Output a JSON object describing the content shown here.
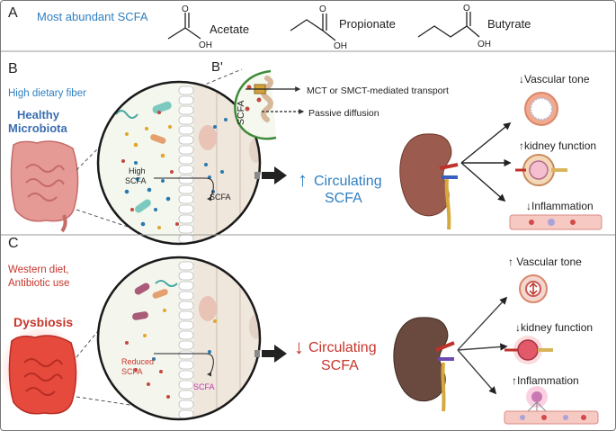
{
  "panel_a": {
    "letter": "A",
    "title": "Most abundant SCFA",
    "molecules": [
      {
        "name": "Acetate",
        "oxygen_top": "O",
        "oxygen_bottom": "OH"
      },
      {
        "name": "Propionate",
        "oxygen_top": "O",
        "oxygen_bottom": "OH"
      },
      {
        "name": "Butyrate",
        "oxygen_top": "O",
        "oxygen_bottom": "OH"
      }
    ]
  },
  "panel_b": {
    "letter": "B",
    "diet": "High dietary fiber",
    "microbiota_line1": "Healthy",
    "microbiota_line2": "Microbiota",
    "gut_label_line1": "High",
    "gut_label_line2": "SCFA",
    "arrow_label": "SCFA",
    "result_arrow": "↑",
    "result_line1": "Circulating",
    "result_line2": "SCFA",
    "outcomes": [
      "↓Vascular tone",
      "↑kidney function",
      "↓Inflammation"
    ],
    "colors": {
      "text": "#2f7fc1",
      "title": "#3b6db0"
    }
  },
  "panel_b_prime": {
    "letter": "B'",
    "vertical_label": "SCFA",
    "transport_label": "MCT or SMCT-mediated transport",
    "diffusion_label": "Passive diffusion"
  },
  "panel_c": {
    "letter": "C",
    "diet_line1": "Western diet,",
    "diet_line2": "Antibiotic use",
    "condition": "Dysbiosis",
    "gut_label_line1": "Reduced",
    "gut_label_line2": "SCFA",
    "arrow_label": "SCFA",
    "result_arrow": "↓",
    "result_line1": "Circulating",
    "result_line2": "SCFA",
    "outcomes": [
      "↑ Vascular tone",
      "↓kidney function",
      "↑Inflammation"
    ],
    "colors": {
      "text": "#c7352b"
    }
  }
}
